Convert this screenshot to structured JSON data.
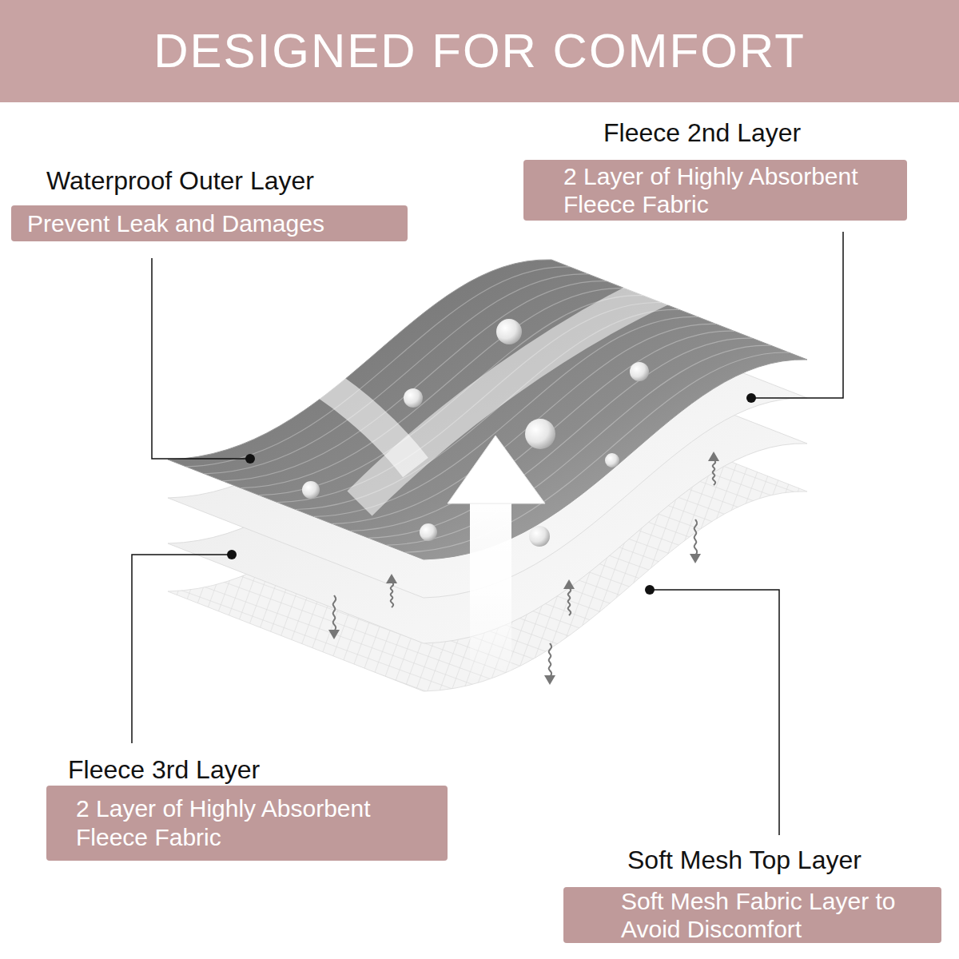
{
  "diagram": {
    "title": "DESIGNED FOR COMFORT",
    "nodes": [
      {
        "text": [
          "Fleece 2nd Layer",
          "2 Layer of Highly Absorbent Fleece Fabric"
        ]
      },
      {
        "text": [
          "Waterproof Outer Layer",
          "Prevent Leak and Damages"
        ]
      },
      {
        "text": [
          "Fleece 3rd Layer",
          "2 Layer of Highly Absorbent Fleece Fabric"
        ]
      },
      {
        "text": [
          "Soft Mesh Top Layer",
          "Soft Mesh Fabric Layer to Avoid Discomfort"
        ]
      }
    ]
  }
}
